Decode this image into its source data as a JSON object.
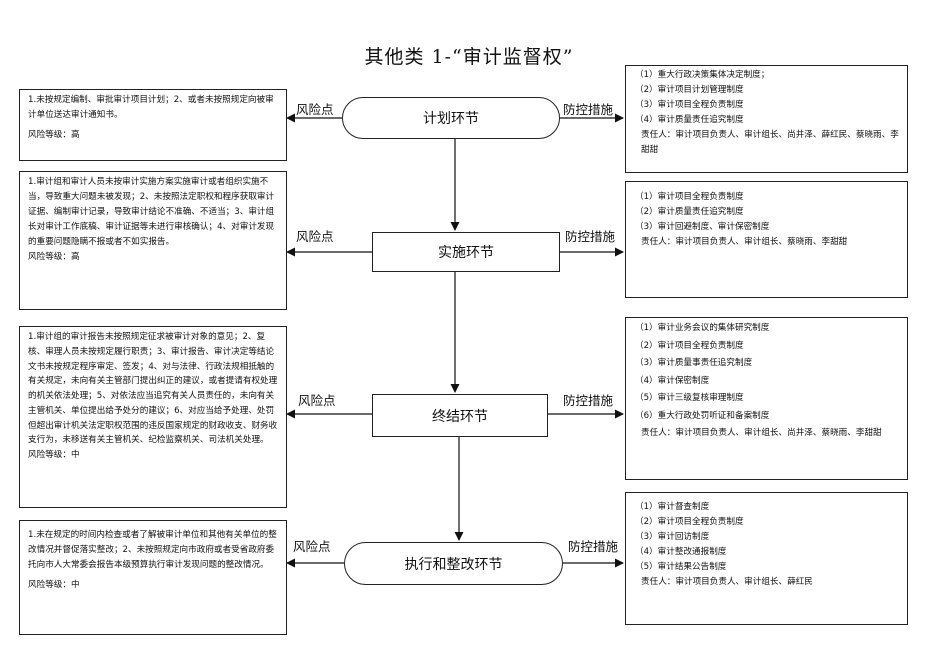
{
  "title": "其他类 1-“审计监督权”",
  "risk_label": "风险点",
  "control_label": "防控措施",
  "stages": [
    {
      "name": "计划环节",
      "risks": [
        "1.未按规定编制、审批审计项目计划；2、或者未按照规定向被审计单位送达审计通知书。"
      ],
      "risk_level": "风险等级：高",
      "controls": [
        "（1）重大行政决策集体决定制度；",
        "（2）审计项目计划管理制度",
        "（3）审计项目全程负责制度",
        "（4）审计质量责任追究制度"
      ],
      "responsible": "责任人：审计项目负责人、审计组长、尚井泽、薛红民、蔡晓雨、李甜甜"
    },
    {
      "name": "实施环节",
      "risks": [
        "1.审计组和审计人员未按审计实施方案实施审计或者组织实施不当，导致重大问题未被发现；2、未按照法定职权和程序获取审计证据、编制审计记录，导致审计结论不准确、不适当；3、审计组长对审计工作底稿、审计证据等未进行审核确认；4、对审计发现的重要问题隐瞒不报或者不如实报告。"
      ],
      "risk_level": "风险等级：高",
      "controls": [
        "（1）审计项目全程负责制度",
        "（2）审计质量责任追究制度",
        "（3）审计回避制度、审计保密制度"
      ],
      "responsible": "责任人：审计项目负责人、审计组长、蔡晓雨、李甜甜"
    },
    {
      "name": "终结环节",
      "risks": [
        "1.审计组的审计报告未按照规定征求被审计对象的意见；2、复核、审理人员未按规定履行职责；3、审计报告、审计决定等结论文书未按规定程序审定、签发；4、对与法律、行政法规相抵触的有关规定，未向有关主管部门提出纠正的建议，或者提请有权处理的机关依法处理；5、对依法应当追究有关人员责任的，未向有关主管机关、单位提出给予处分的建议；6、对应当给予处理、处罚但超出审计机关法定职权范围的违反国家规定的财政收支、财务收支行为，未移送有关主管机关、纪检监察机关、司法机关处理。"
      ],
      "risk_level": "风险等级：中",
      "controls": [
        "（1）审计业务会议的集体研究制度",
        "（2）审计项目全程负责制度",
        "（3）审计质量事责任追究制度",
        "（4）审计保密制度",
        "（5）审计三级复核审理制度",
        "（6）重大行政处罚听证和备案制度"
      ],
      "responsible": "责任人：审计项目负责人、审计组长、尚井泽、蔡晓雨、李甜甜"
    },
    {
      "name": "执行和整改环节",
      "risks": [
        "1.未在规定的时间内检查或者了解被审计单位和其他有关单位的整改情况并督促落实整改；2、未按照规定向市政府或者受省政府委托向市人大常委会报告本级预算执行审计发现问题的整改情况。"
      ],
      "risk_level": "风险等级：中",
      "controls": [
        "（1）审计督查制度",
        "（2）审计项目全程负责制度",
        "（3）审计回访制度",
        "（4）审计整改通报制度",
        "（5）审计结果公告制度"
      ],
      "responsible": "责任人：审计项目负责人、审计组长、薛红民"
    }
  ]
}
